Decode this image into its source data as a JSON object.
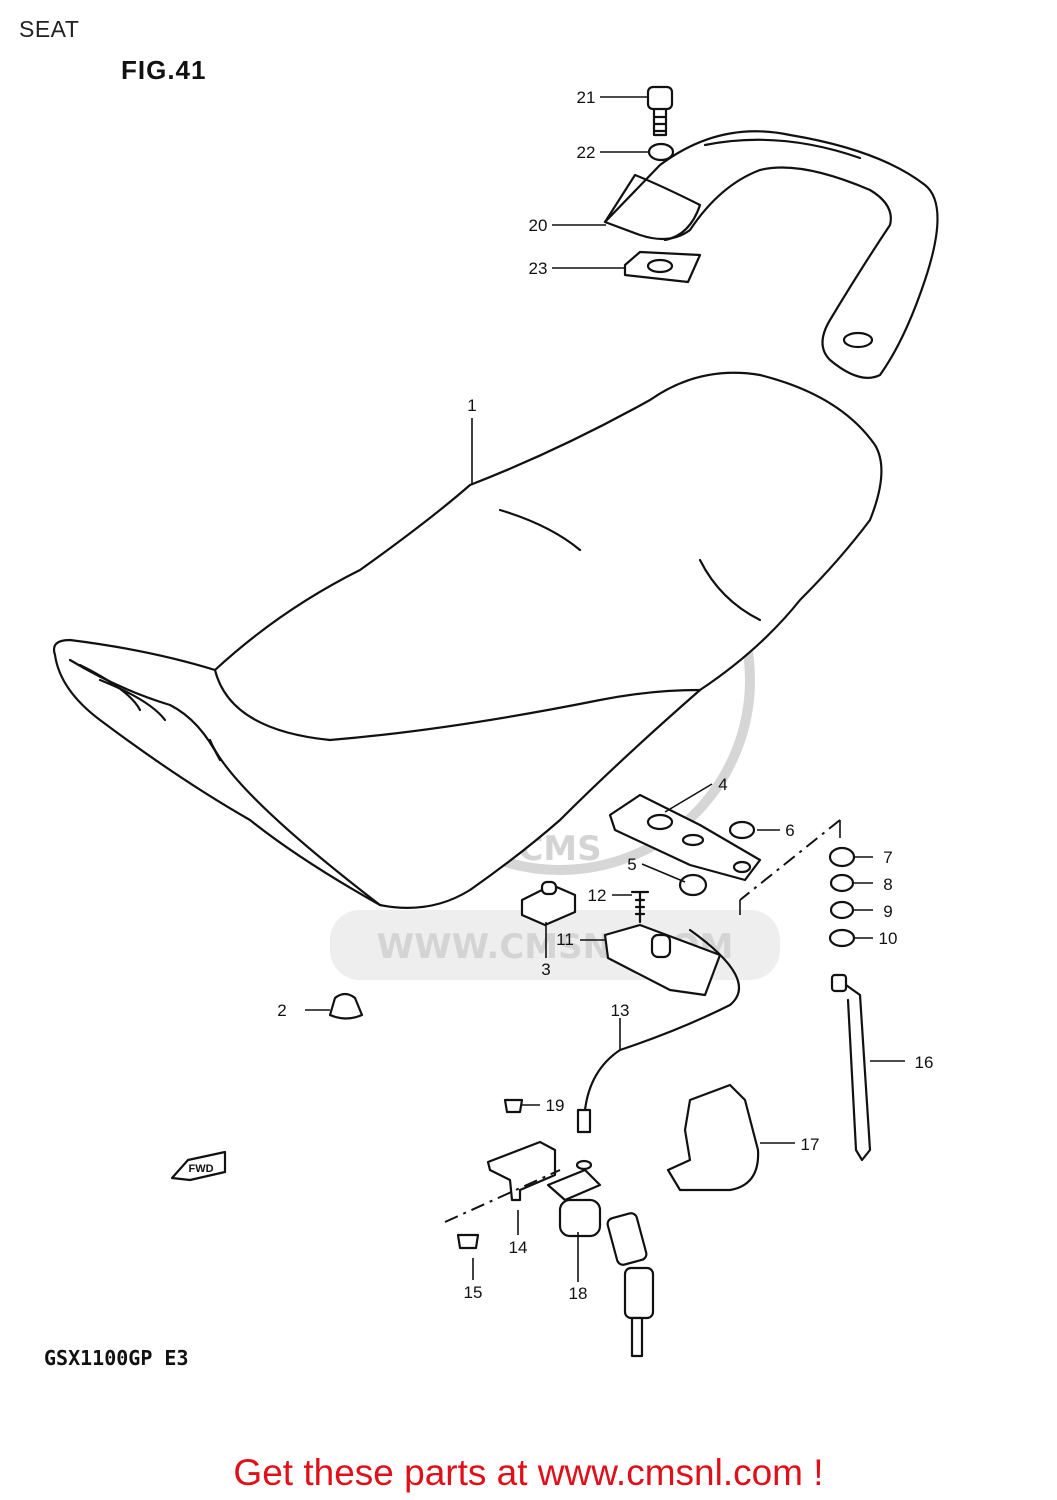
{
  "header": {
    "title": "SEAT",
    "figure": "FIG.41"
  },
  "model_code": "GSX1100GP E3",
  "watermark": {
    "text": "WWW.CMSNL.COM",
    "logo_text": "CMS"
  },
  "fwd_label": "FWD",
  "callouts": [
    "1",
    "2",
    "3",
    "4",
    "5",
    "6",
    "7",
    "8",
    "9",
    "10",
    "11",
    "12",
    "13",
    "14",
    "15",
    "16",
    "17",
    "18",
    "19",
    "20",
    "21",
    "22",
    "23"
  ],
  "footer": {
    "cta": "Get these parts at www.cmsnl.com !"
  },
  "colors": {
    "cta": "#e0101a",
    "ink": "#111111",
    "watermark": "#d6d6d6"
  }
}
